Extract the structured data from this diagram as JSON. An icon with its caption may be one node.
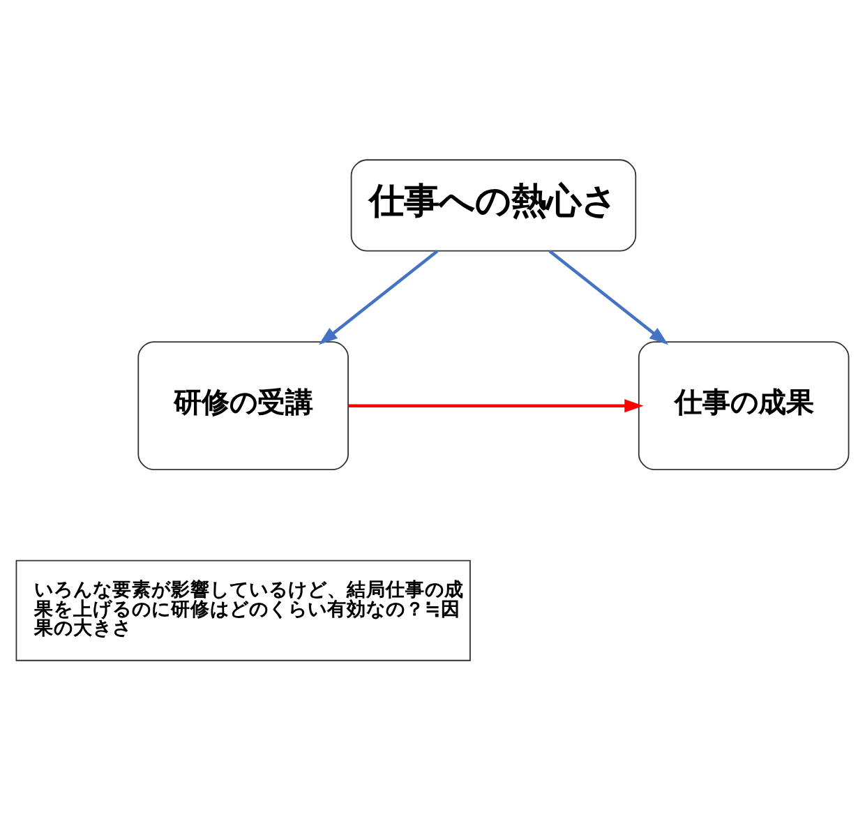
{
  "diagram": {
    "nodes": [
      {
        "text": [
          "仕事への熱心さ"
        ]
      },
      {
        "text": [
          "研修の受講"
        ]
      },
      {
        "text": [
          "仕事の成果"
        ]
      },
      {
        "text": [
          "いろんな要素が影響しているけど、結局仕事の成果を上げるのに研修はどのくらい有効なの？≒因果の大きさ"
        ]
      }
    ],
    "edges": [
      {
        "from": 0,
        "to": 1,
        "arrow": "to"
      },
      {
        "from": 0,
        "to": 2,
        "arrow": "to"
      },
      {
        "from": 1,
        "to": 2,
        "arrow": "to",
        "color": "#ff0000"
      }
    ]
  }
}
